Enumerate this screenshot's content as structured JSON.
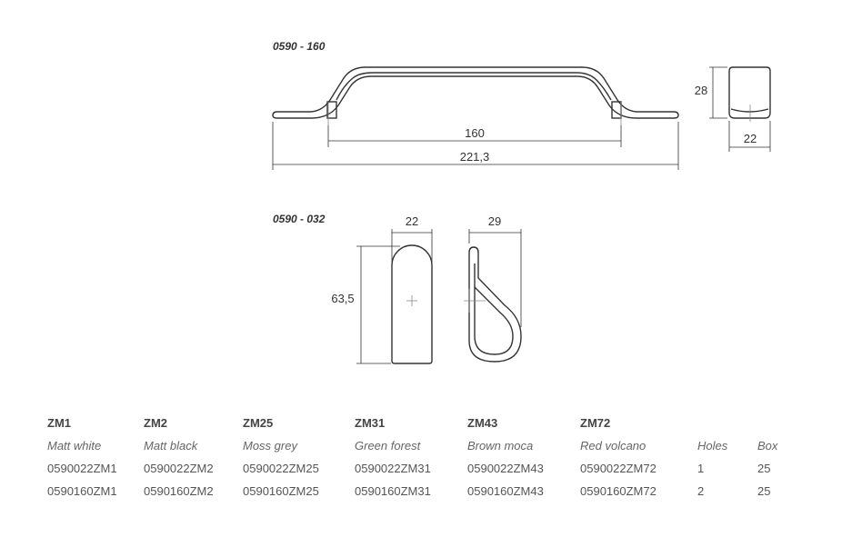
{
  "drawing": {
    "model_top": "0590 - 160",
    "model_bottom": "0590 - 032",
    "dims": {
      "hole_spacing": "160",
      "overall_length": "221,3",
      "side_height": "28",
      "side_width": "22",
      "knob_width": "22",
      "knob_depth": "29",
      "knob_height": "63,5"
    }
  },
  "table": {
    "codes": [
      "ZM1",
      "ZM2",
      "ZM25",
      "ZM31",
      "ZM43",
      "ZM72"
    ],
    "names": [
      "Matt white",
      "Matt black",
      "Moss grey",
      "Green forest",
      "Brown moca",
      "Red volcano"
    ],
    "holes_label": "Holes",
    "box_label": "Box",
    "rows": [
      {
        "refs": [
          "0590022ZM1",
          "0590022ZM2",
          "0590022ZM25",
          "0590022ZM31",
          "0590022ZM43",
          "0590022ZM72"
        ],
        "holes": "1",
        "box": "25"
      },
      {
        "refs": [
          "0590160ZM1",
          "0590160ZM2",
          "0590160ZM25",
          "0590160ZM31",
          "0590160ZM43",
          "0590160ZM72"
        ],
        "holes": "2",
        "box": "25"
      }
    ]
  }
}
